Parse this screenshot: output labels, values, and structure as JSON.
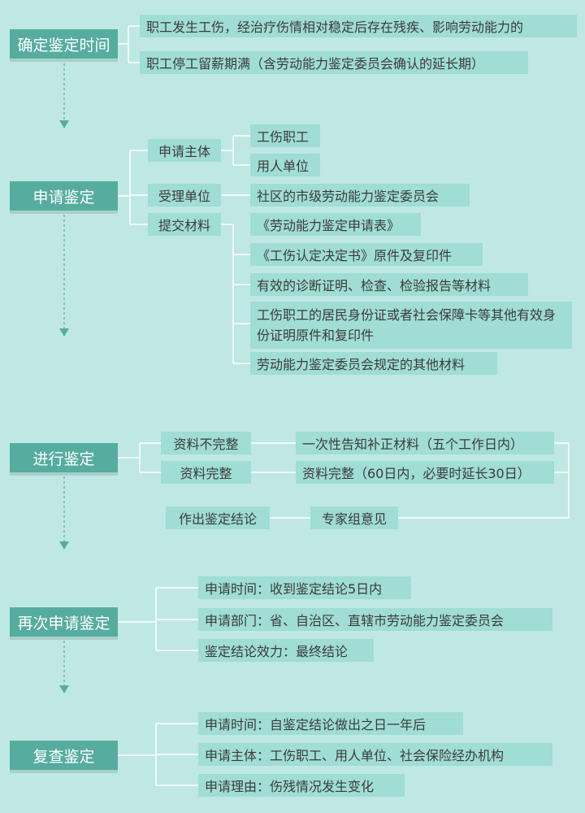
{
  "stages": [
    {
      "label": "确定鉴定时间"
    },
    {
      "label": "申请鉴定"
    },
    {
      "label": "进行鉴定"
    },
    {
      "label": "再次申请鉴定"
    },
    {
      "label": "复查鉴定"
    }
  ],
  "confirm_time": {
    "conditions": [
      "职工发生工伤，经治疗伤情相对稳定后存在残疾、影响劳动能力的",
      "职工停工留薪期满（含劳动能力鉴定委员会确认的延长期）"
    ]
  },
  "apply": {
    "subject": {
      "label": "申请主体",
      "items": [
        "工伤职工",
        "用人单位"
      ]
    },
    "acceptor": {
      "label": "受理单位",
      "value": "社区的市级劳动能力鉴定委员会"
    },
    "materials": {
      "label": "提交材料",
      "items": [
        "《劳动能力鉴定申请表》",
        "《工伤认定决定书》原件及复印件",
        "有效的诊断证明、检查、检验报告等材料",
        "工伤职工的居民身份证或者社会保障卡等其他有效身份证明原件和复印件",
        "劳动能力鉴定委员会规定的其他材料"
      ]
    }
  },
  "conduct": {
    "incomplete": {
      "label": "资料不完整",
      "action": "一次性告知补正材料（五个工作日内）"
    },
    "complete": {
      "label": "资料完整",
      "action": "资料完整（60日内，必要时延长30日）"
    },
    "expert": "专家组意见",
    "conclusion": "作出鉴定结论"
  },
  "reapply": {
    "items": [
      "申请时间：收到鉴定结论5日内",
      "申请部门：省、自治区、直辖市劳动能力鉴定委员会",
      "鉴定结论效力：最终结论"
    ]
  },
  "review": {
    "items": [
      "申请时间：自鉴定结论做出之日一年后",
      "申请主体：工伤职工、用人单位、社会保险经办机构",
      "申请理由：伤残情况发生变化"
    ]
  },
  "colors": {
    "background": "#bfe8e4",
    "stage": "#56ad9f",
    "box": "#9fddd5",
    "line": "#ffffff",
    "arrow": "#56ad9f"
  }
}
